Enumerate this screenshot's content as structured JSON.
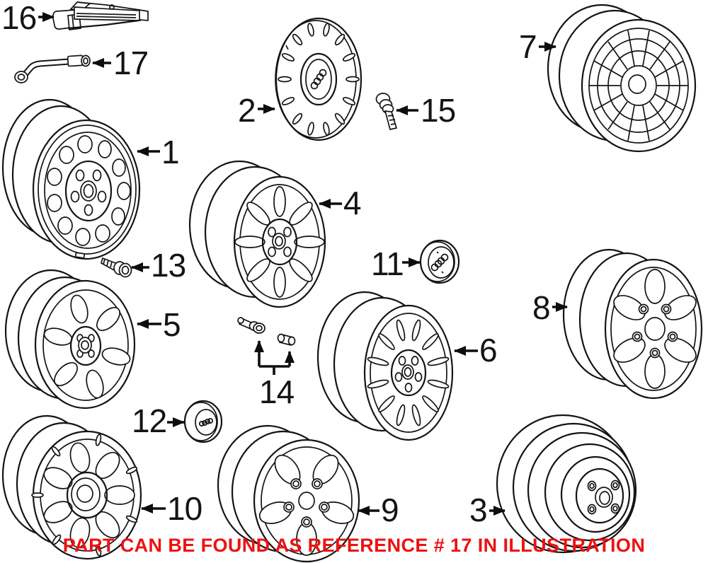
{
  "diagram": {
    "title": "Wheels parts illustration",
    "banner": {
      "text": "PART CAN BE FOUND AS REFERENCE # 17 IN ILLUSTRATION",
      "color": "#ee1111"
    },
    "colors": {
      "ink": "#141414",
      "background": "#ffffff"
    },
    "parts": [
      {
        "ref": "1",
        "kind": "steel-wheel"
      },
      {
        "ref": "2",
        "kind": "wheel-cover"
      },
      {
        "ref": "3",
        "kind": "compact-spare-wheel"
      },
      {
        "ref": "4",
        "kind": "alloy-wheel-8-spoke"
      },
      {
        "ref": "5",
        "kind": "alloy-wheel-6-spoke"
      },
      {
        "ref": "6",
        "kind": "alloy-wheel-double-spoke"
      },
      {
        "ref": "7",
        "kind": "alloy-wheel-mesh"
      },
      {
        "ref": "8",
        "kind": "alloy-wheel-6-spoke-wide"
      },
      {
        "ref": "9",
        "kind": "alloy-wheel-5-spoke"
      },
      {
        "ref": "10",
        "kind": "alloy-wheel-7-spoke"
      },
      {
        "ref": "11",
        "kind": "center-cap"
      },
      {
        "ref": "12",
        "kind": "center-cap-small"
      },
      {
        "ref": "13",
        "kind": "wheel-bolt"
      },
      {
        "ref": "14",
        "kind": "valve-stem-and-cap"
      },
      {
        "ref": "15",
        "kind": "wheel-lock-bolt"
      },
      {
        "ref": "16",
        "kind": "scissor-jack"
      },
      {
        "ref": "17",
        "kind": "lug-wrench"
      }
    ]
  }
}
